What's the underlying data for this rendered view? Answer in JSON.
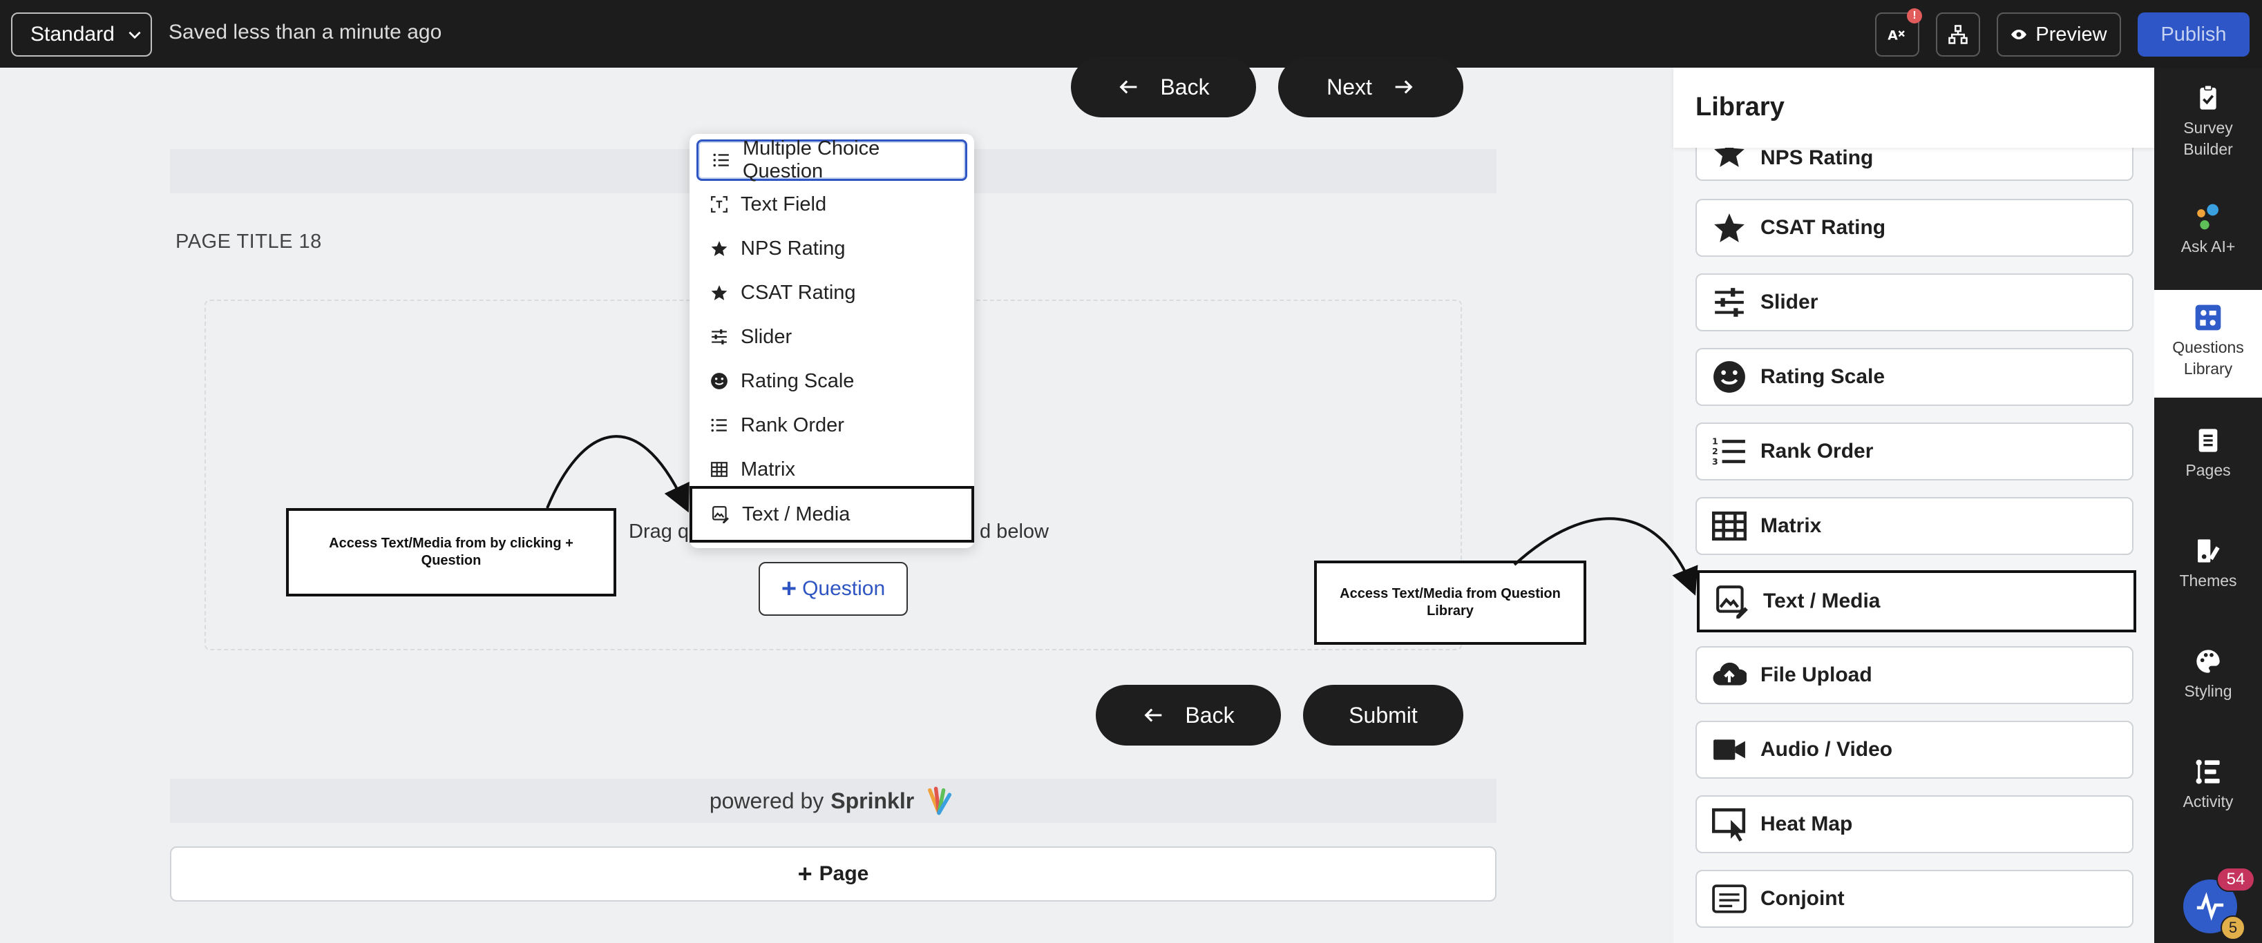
{
  "topbar": {
    "mode_label": "Standard",
    "saved_status": "Saved less than a minute ago",
    "alert_badge": "!",
    "preview_label": "Preview",
    "publish_label": "Publish"
  },
  "canvas": {
    "back_label": "Back",
    "next_label": "Next",
    "page_title": "PAGE TITLE 18",
    "drag_text_left": "Drag q",
    "drag_text_right": "d below",
    "add_question_label": "Question",
    "submit_label": "Submit",
    "powered_by": "powered by",
    "brand": "Sprinklr",
    "add_page_label": "Page"
  },
  "callouts": {
    "left": "Access Text/Media from by clicking + Question",
    "right": "Access Text/Media from Question Library"
  },
  "dropdown": {
    "items": [
      {
        "label": "Multiple Choice Question",
        "icon": "list-icon"
      },
      {
        "label": "Text Field",
        "icon": "text-field-icon"
      },
      {
        "label": "NPS Rating",
        "icon": "star-icon"
      },
      {
        "label": "CSAT Rating",
        "icon": "star-icon"
      },
      {
        "label": "Slider",
        "icon": "sliders-icon"
      },
      {
        "label": "Rating Scale",
        "icon": "smiley-icon"
      },
      {
        "label": "Rank Order",
        "icon": "ranked-list-icon"
      },
      {
        "label": "Matrix",
        "icon": "grid-icon"
      },
      {
        "label": "Text / Media",
        "icon": "image-edit-icon"
      }
    ]
  },
  "library": {
    "title": "Library",
    "items": [
      {
        "label": "NPS Rating",
        "icon": "star-icon"
      },
      {
        "label": "CSAT Rating",
        "icon": "star-icon"
      },
      {
        "label": "Slider",
        "icon": "sliders-icon"
      },
      {
        "label": "Rating Scale",
        "icon": "smiley-icon"
      },
      {
        "label": "Rank Order",
        "icon": "ranked-list-icon"
      },
      {
        "label": "Matrix",
        "icon": "grid-icon"
      },
      {
        "label": "Text / Media",
        "icon": "image-edit-icon"
      },
      {
        "label": "File Upload",
        "icon": "cloud-upload-icon"
      },
      {
        "label": "Audio / Video",
        "icon": "video-camera-icon"
      },
      {
        "label": "Heat Map",
        "icon": "heat-map-icon"
      },
      {
        "label": "Conjoint",
        "icon": "conjoint-icon"
      }
    ]
  },
  "rail": {
    "survey_builder": "Survey Builder",
    "ask_ai": "Ask AI+",
    "questions_library": "Questions Library",
    "pages": "Pages",
    "themes": "Themes",
    "styling": "Styling",
    "activity": "Activity",
    "notif_count": "54",
    "secondary_count": "5"
  },
  "colors": {
    "accent": "#2f55c3",
    "topbar_bg": "#1c1c1d",
    "canvas_bg": "#eff0f2",
    "pill_bg": "#1e1e1e"
  }
}
